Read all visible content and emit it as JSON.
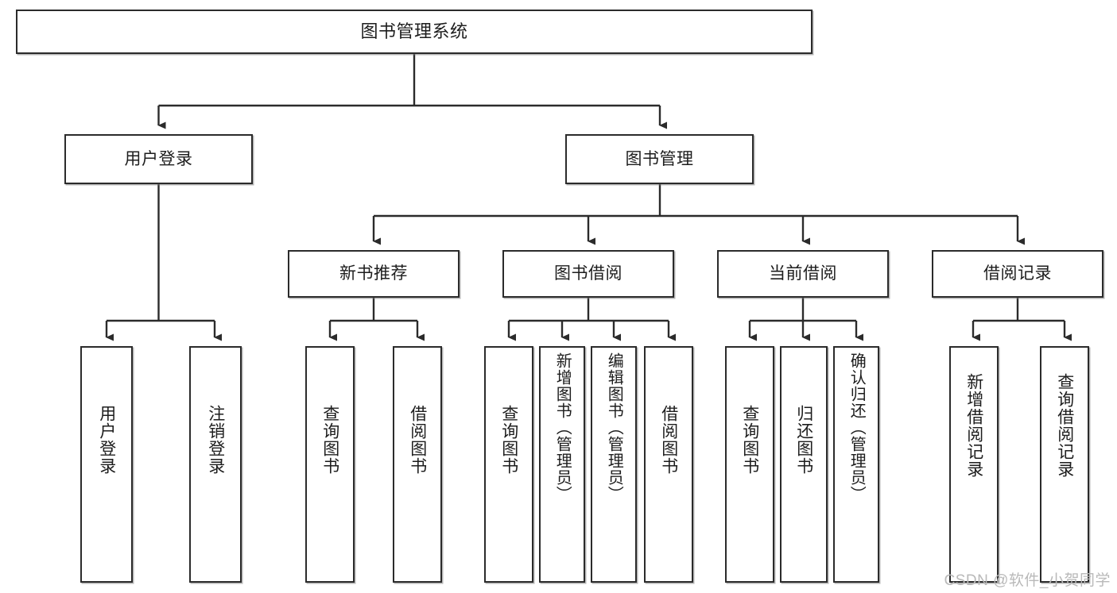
{
  "diagram": {
    "title": "图书管理系统",
    "type": "tree",
    "watermark": "CSDN @软件_小贺同学",
    "colors": {
      "box_border": "#2b2b2b",
      "box_fill": "#ffffff",
      "connector": "#2b2b2b",
      "text": "#1d1d1d",
      "watermark": "#b9b9b9"
    },
    "nodes": {
      "root": {
        "label": "图书管理系统"
      },
      "level2": [
        {
          "id": "user-login",
          "label": "用户登录"
        },
        {
          "id": "book-manage",
          "label": "图书管理"
        }
      ],
      "level3": [
        {
          "id": "new-book-recommend",
          "label": "新书推荐"
        },
        {
          "id": "book-borrow",
          "label": "图书借阅"
        },
        {
          "id": "current-borrow",
          "label": "当前借阅"
        },
        {
          "id": "borrow-record",
          "label": "借阅记录"
        }
      ],
      "leaves": {
        "user_login": [
          {
            "id": "leaf-user-login",
            "label": "用户登录"
          },
          {
            "id": "leaf-logout-login",
            "label": "注销登录"
          }
        ],
        "new_book_recommend": [
          {
            "id": "leaf-query-book-1",
            "label": "查询图书"
          },
          {
            "id": "leaf-borrow-book-1",
            "label": "借阅图书"
          }
        ],
        "book_borrow": [
          {
            "id": "leaf-query-book-2",
            "label": "查询图书"
          },
          {
            "id": "leaf-add-book-admin",
            "label": "新增图书（管理员）"
          },
          {
            "id": "leaf-edit-book-admin",
            "label": "编辑图书（管理员）"
          },
          {
            "id": "leaf-borrow-book-2",
            "label": "借阅图书"
          }
        ],
        "current_borrow": [
          {
            "id": "leaf-query-book-3",
            "label": "查询图书"
          },
          {
            "id": "leaf-return-book",
            "label": "归还图书"
          },
          {
            "id": "leaf-confirm-return-admin",
            "label": "确认归还（管理员）"
          }
        ],
        "borrow_record": [
          {
            "id": "leaf-add-borrow-record",
            "label": "新增借阅记录"
          },
          {
            "id": "leaf-query-borrow-record",
            "label": "查询借阅记录"
          }
        ]
      }
    }
  }
}
